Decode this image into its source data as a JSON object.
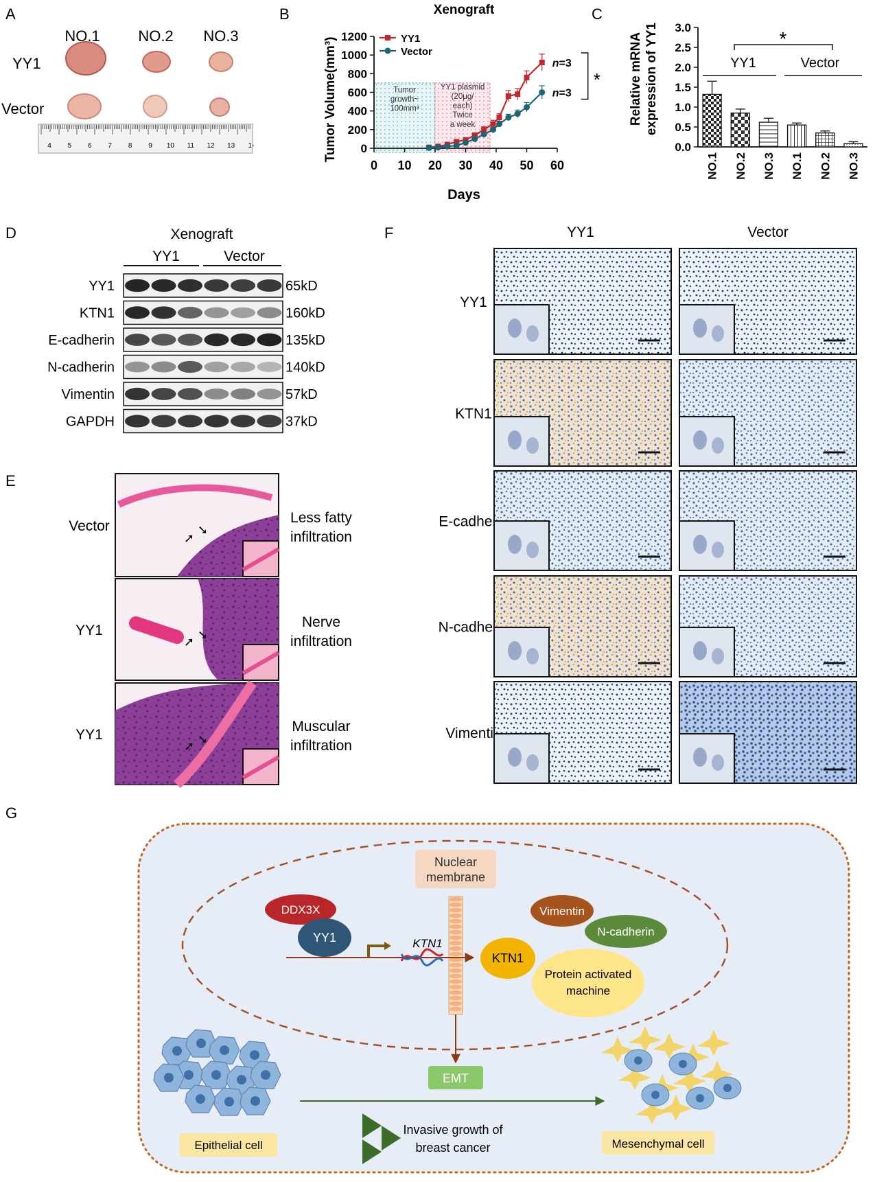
{
  "panels": {
    "a": "A",
    "b": "B",
    "c": "C",
    "d": "D",
    "e": "E",
    "f": "F",
    "g": "G"
  },
  "panelA": {
    "columns": [
      "NO.1",
      "NO.2",
      "NO.3"
    ],
    "rows": [
      "YY1",
      "Vector"
    ],
    "ruler_ticks": [
      "4",
      "5",
      "6",
      "7",
      "8",
      "9",
      "10",
      "11",
      "12",
      "13",
      "1-"
    ]
  },
  "chart_data": [
    {
      "type": "line",
      "title": "Xenograft",
      "xlabel": "Days",
      "ylabel": "Tumor Volume(mm³)",
      "xlim": [
        0,
        60
      ],
      "ylim": [
        0,
        1200
      ],
      "xticks": [
        "0",
        "10",
        "20",
        "30",
        "40",
        "50",
        "60"
      ],
      "yticks": [
        "0",
        "200",
        "400",
        "600",
        "800",
        "1000",
        "1200"
      ],
      "series": [
        {
          "name": "YY1",
          "color": "#c0282d",
          "marker": "square",
          "x": [
            18,
            21,
            24,
            27,
            30,
            33,
            36,
            39,
            41,
            44,
            47,
            50,
            55
          ],
          "y": [
            10,
            20,
            40,
            70,
            90,
            140,
            200,
            260,
            330,
            560,
            580,
            760,
            920
          ],
          "err": [
            5,
            8,
            10,
            12,
            15,
            20,
            30,
            40,
            40,
            60,
            60,
            70,
            90
          ]
        },
        {
          "name": "Vector",
          "color": "#1d6474",
          "marker": "circle",
          "x": [
            18,
            21,
            24,
            27,
            30,
            33,
            36,
            39,
            41,
            44,
            47,
            50,
            55
          ],
          "y": [
            5,
            10,
            20,
            30,
            60,
            100,
            150,
            200,
            260,
            330,
            370,
            440,
            600
          ],
          "err": [
            3,
            5,
            8,
            10,
            12,
            15,
            20,
            25,
            30,
            35,
            40,
            50,
            70
          ]
        }
      ],
      "shaded_regions": [
        {
          "x": [
            0,
            20
          ],
          "label": "Tumor growth~ 100mm³",
          "color": "#8ecfd0"
        },
        {
          "x": [
            20,
            38
          ],
          "label": "YY1 plasmid (20μg/ each) Twice a week",
          "color": "#e7a3b4"
        }
      ],
      "annotations": [
        "n=3",
        "n=3",
        "*"
      ],
      "legend": "top-left"
    },
    {
      "type": "bar",
      "ylabel": "Relative mRNA expression of YY1",
      "categories": [
        "NO.1",
        "NO.2",
        "NO.3",
        "NO.1",
        "NO.2",
        "NO.3"
      ],
      "groups": [
        "YY1",
        "Vector"
      ],
      "values": [
        1.32,
        0.85,
        0.62,
        0.55,
        0.35,
        0.08
      ],
      "err": [
        0.33,
        0.1,
        0.1,
        0.05,
        0.05,
        0.05
      ],
      "ylim": [
        0,
        3.0
      ],
      "yticks": [
        "0.0",
        "0.5",
        "1.0",
        "1.5",
        "2.0",
        "2.5",
        "3.0"
      ],
      "significance": "*"
    }
  ],
  "panelD": {
    "title": "Xenograft",
    "groups": [
      "YY1",
      "Vector"
    ],
    "proteins": [
      "YY1",
      "KTN1",
      "E-cadherin",
      "N-cadherin",
      "Vimentin",
      "GAPDH"
    ],
    "sizes": [
      "65kD",
      "160kD",
      "135kD",
      "140kD",
      "57kD",
      "37kD"
    ],
    "intensities": [
      [
        0.92,
        0.9,
        0.88,
        0.82,
        0.8,
        0.82
      ],
      [
        0.9,
        0.86,
        0.6,
        0.35,
        0.3,
        0.4
      ],
      [
        0.75,
        0.65,
        0.68,
        0.9,
        0.9,
        0.95
      ],
      [
        0.35,
        0.4,
        0.65,
        0.3,
        0.25,
        0.2
      ],
      [
        0.85,
        0.75,
        0.7,
        0.4,
        0.45,
        0.35
      ],
      [
        0.85,
        0.8,
        0.82,
        0.85,
        0.82,
        0.8
      ]
    ]
  },
  "panelE": {
    "rows": [
      {
        "label": "Vector",
        "desc1": "Less fatty",
        "desc2": "infiltration"
      },
      {
        "label": "YY1",
        "desc1": "Nerve",
        "desc2": "infiltration"
      },
      {
        "label": "YY1",
        "desc1": "Muscular",
        "desc2": "infiltration"
      }
    ]
  },
  "panelF": {
    "columns": [
      "YY1",
      "Vector"
    ],
    "rows": [
      "YY1",
      "KTN1",
      "E-cadherin",
      "N-cadherin",
      "Vimentin"
    ]
  },
  "panelG": {
    "nuclear_membrane": [
      "Nuclear",
      "membrane"
    ],
    "ddx3x": "DDX3X",
    "yy1": "YY1",
    "gene": "KTN1",
    "ktn1": "KTN1",
    "vimentin": "Vimentin",
    "ncadherin": "N-cadherin",
    "machine": [
      "Protein activated",
      "machine"
    ],
    "emt": "EMT",
    "epithelial": "Epithelial cell",
    "mesenchymal": "Mesenchymal cell",
    "invasive": [
      "Invasive growth of",
      "breast cancer"
    ]
  }
}
